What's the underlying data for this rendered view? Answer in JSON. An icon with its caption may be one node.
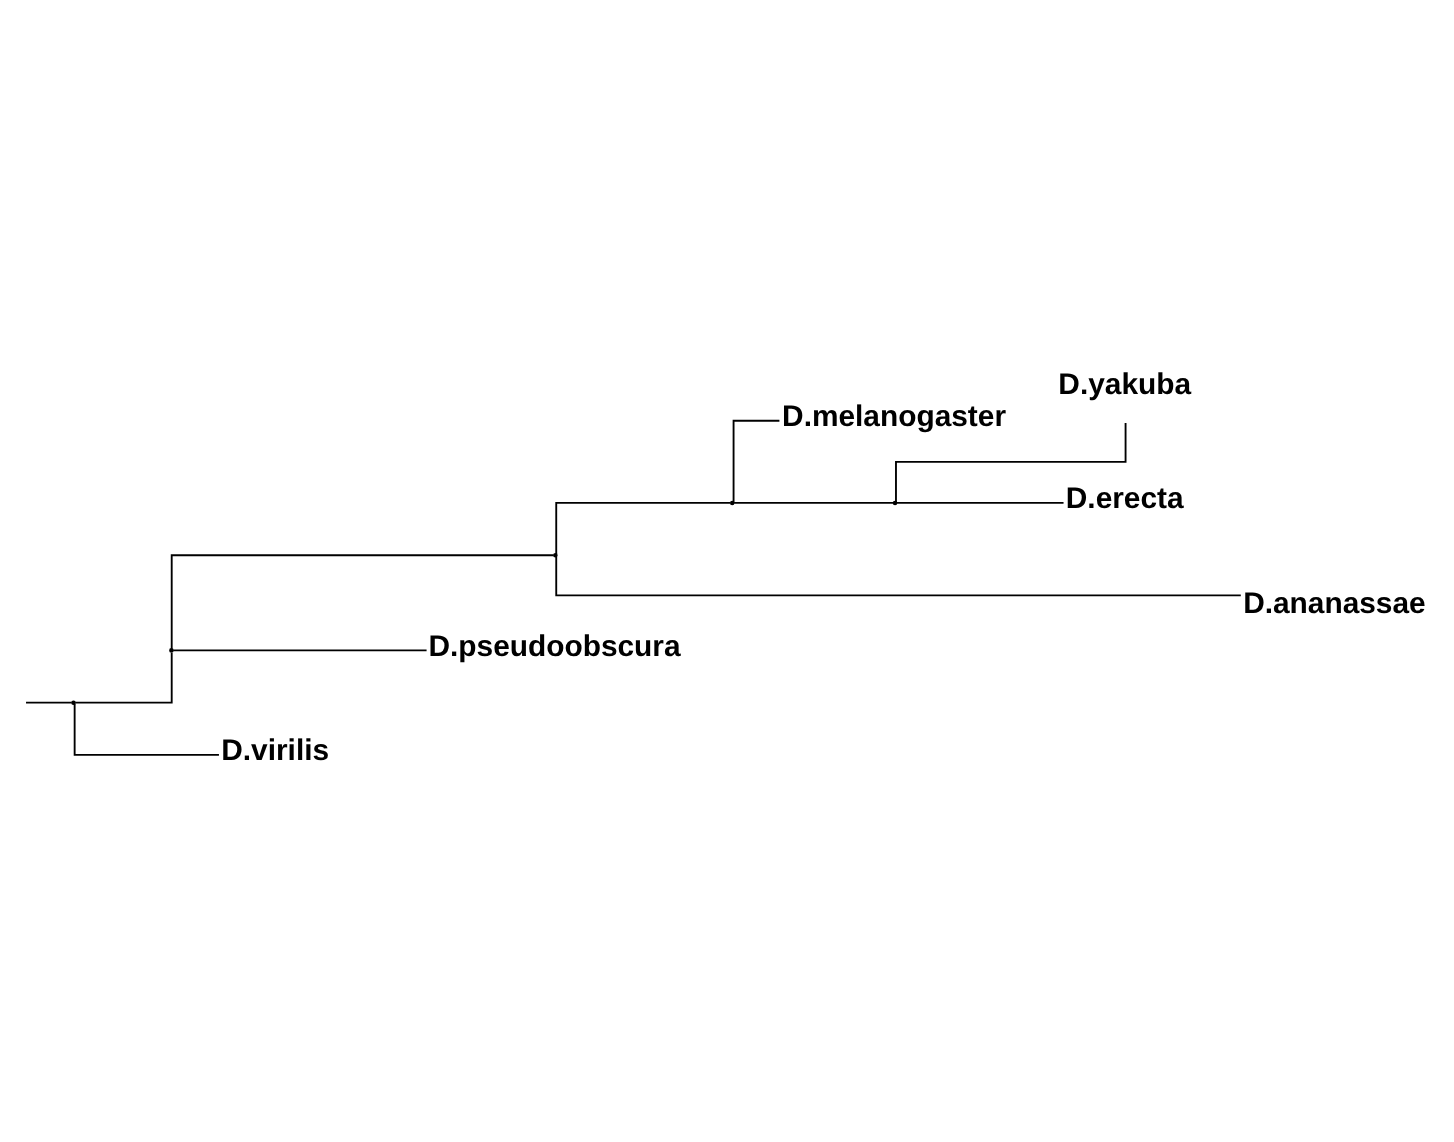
{
  "diagram": {
    "nodes": [
      {
        "text": [],
        "shape": "point"
      },
      {
        "text": [],
        "shape": "point"
      },
      {
        "text": [],
        "shape": "point"
      },
      {
        "text": [],
        "shape": "point"
      },
      {
        "text": [
          "D.melanogaster"
        ]
      },
      {
        "text": [],
        "shape": "point"
      },
      {
        "text": [
          "D.yakuba"
        ]
      },
      {
        "text": [
          "D.erecta"
        ]
      },
      {
        "text": [
          "D.ananassae"
        ]
      },
      {
        "text": [
          "D.pseudoobscura"
        ]
      },
      {
        "text": [
          "D.virilis"
        ]
      }
    ],
    "edges": [
      {
        "from": null,
        "to": 0,
        "arrow": "none"
      },
      {
        "from": 0,
        "to": 1,
        "arrow": "none"
      },
      {
        "from": 0,
        "to": 10,
        "arrow": "none"
      },
      {
        "from": 1,
        "to": 2,
        "arrow": "none"
      },
      {
        "from": 1,
        "to": 9,
        "arrow": "none"
      },
      {
        "from": 2,
        "to": 3,
        "arrow": "none"
      },
      {
        "from": 2,
        "to": 8,
        "arrow": "none"
      },
      {
        "from": 3,
        "to": 4,
        "arrow": "none"
      },
      {
        "from": 3,
        "to": 5,
        "arrow": "none"
      },
      {
        "from": 5,
        "to": 6,
        "arrow": "none"
      },
      {
        "from": 5,
        "to": 7,
        "arrow": "none"
      }
    ]
  }
}
